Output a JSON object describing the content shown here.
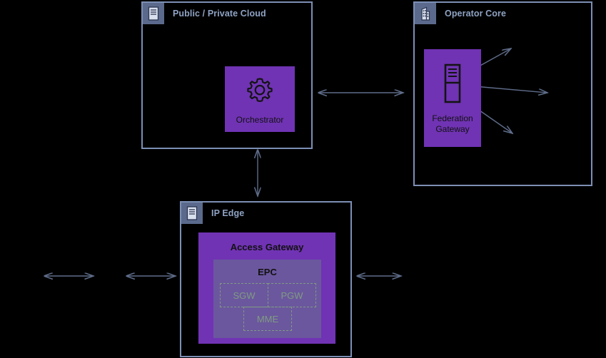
{
  "diagram": {
    "background_color": "#000000",
    "border_color": "#7c8fb5",
    "title_color": "#8fa3c4",
    "badge_color": "#5b6a8c",
    "purple_color": "#7033b4",
    "inner_purple_color": "#6b579e",
    "dashed_color": "#7f9b82",
    "arrow_color": "#5f6d8a"
  },
  "groups": [
    {
      "id": "public-private-cloud",
      "title": "Public / Private Cloud",
      "icon": "server-rack-icon"
    },
    {
      "id": "operator-core",
      "title": "Operator Core",
      "icon": "building-icon"
    },
    {
      "id": "ip-edge",
      "title": "IP Edge",
      "icon": "server-rack-icon"
    }
  ],
  "nodes": {
    "orchestrator": {
      "label": "Orchestrator",
      "icon": "gear-icon"
    },
    "federation_gateway": {
      "label_line1": "Federation",
      "label_line2": "Gateway",
      "icon": "server-tower-icon"
    },
    "access_gateway": {
      "title": "Access Gateway"
    },
    "epc": {
      "title": "EPC",
      "components": [
        {
          "id": "sgw",
          "label": "SGW"
        },
        {
          "id": "pgw",
          "label": "PGW"
        },
        {
          "id": "mme",
          "label": "MME"
        }
      ]
    }
  },
  "connections": [
    {
      "id": "cloud-to-operator-core",
      "style": "bidirectional"
    },
    {
      "id": "cloud-to-ip-edge",
      "style": "bidirectional"
    },
    {
      "id": "federation-gateway-up",
      "style": "bidirectional"
    },
    {
      "id": "federation-gateway-right",
      "style": "bidirectional"
    },
    {
      "id": "federation-gateway-down",
      "style": "bidirectional"
    },
    {
      "id": "ip-edge-left-outer",
      "style": "bidirectional"
    },
    {
      "id": "ip-edge-left-inner",
      "style": "bidirectional"
    },
    {
      "id": "ip-edge-right",
      "style": "bidirectional"
    }
  ]
}
